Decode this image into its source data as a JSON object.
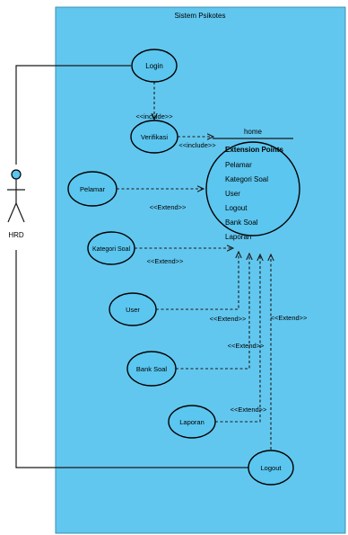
{
  "system": {
    "title": "Sistem Psikotes",
    "color": "#62c7ef"
  },
  "actor": {
    "name": "HRD",
    "color": "#5bc6ef"
  },
  "use_cases": {
    "login": "Login",
    "verifikasi": "Verifikasi",
    "pelamar": "Pelamar",
    "kategori_soal": "Kategori Soal",
    "user": "User",
    "bank_soal": "Bank Soal",
    "laporan": "Laporan",
    "logout": "Logout"
  },
  "home": {
    "title": "home",
    "extension_points_header": "Extension Points",
    "extension_points": [
      "Pelamar",
      "Kategori Soal",
      "User",
      "Logout",
      "Bank Soal",
      "Laporan"
    ]
  },
  "stereotypes": {
    "include_login": "<<include>>",
    "include_verifikasi": "<<include>>",
    "extend_pelamar": "<<Extend>>",
    "extend_kategori": "<<Extend>>",
    "extend_user": "<<Extend>>",
    "extend_bank_soal": "<<Extend>>",
    "extend_laporan": "<<Extend>>",
    "extend_logout": "<<Extend>>"
  }
}
